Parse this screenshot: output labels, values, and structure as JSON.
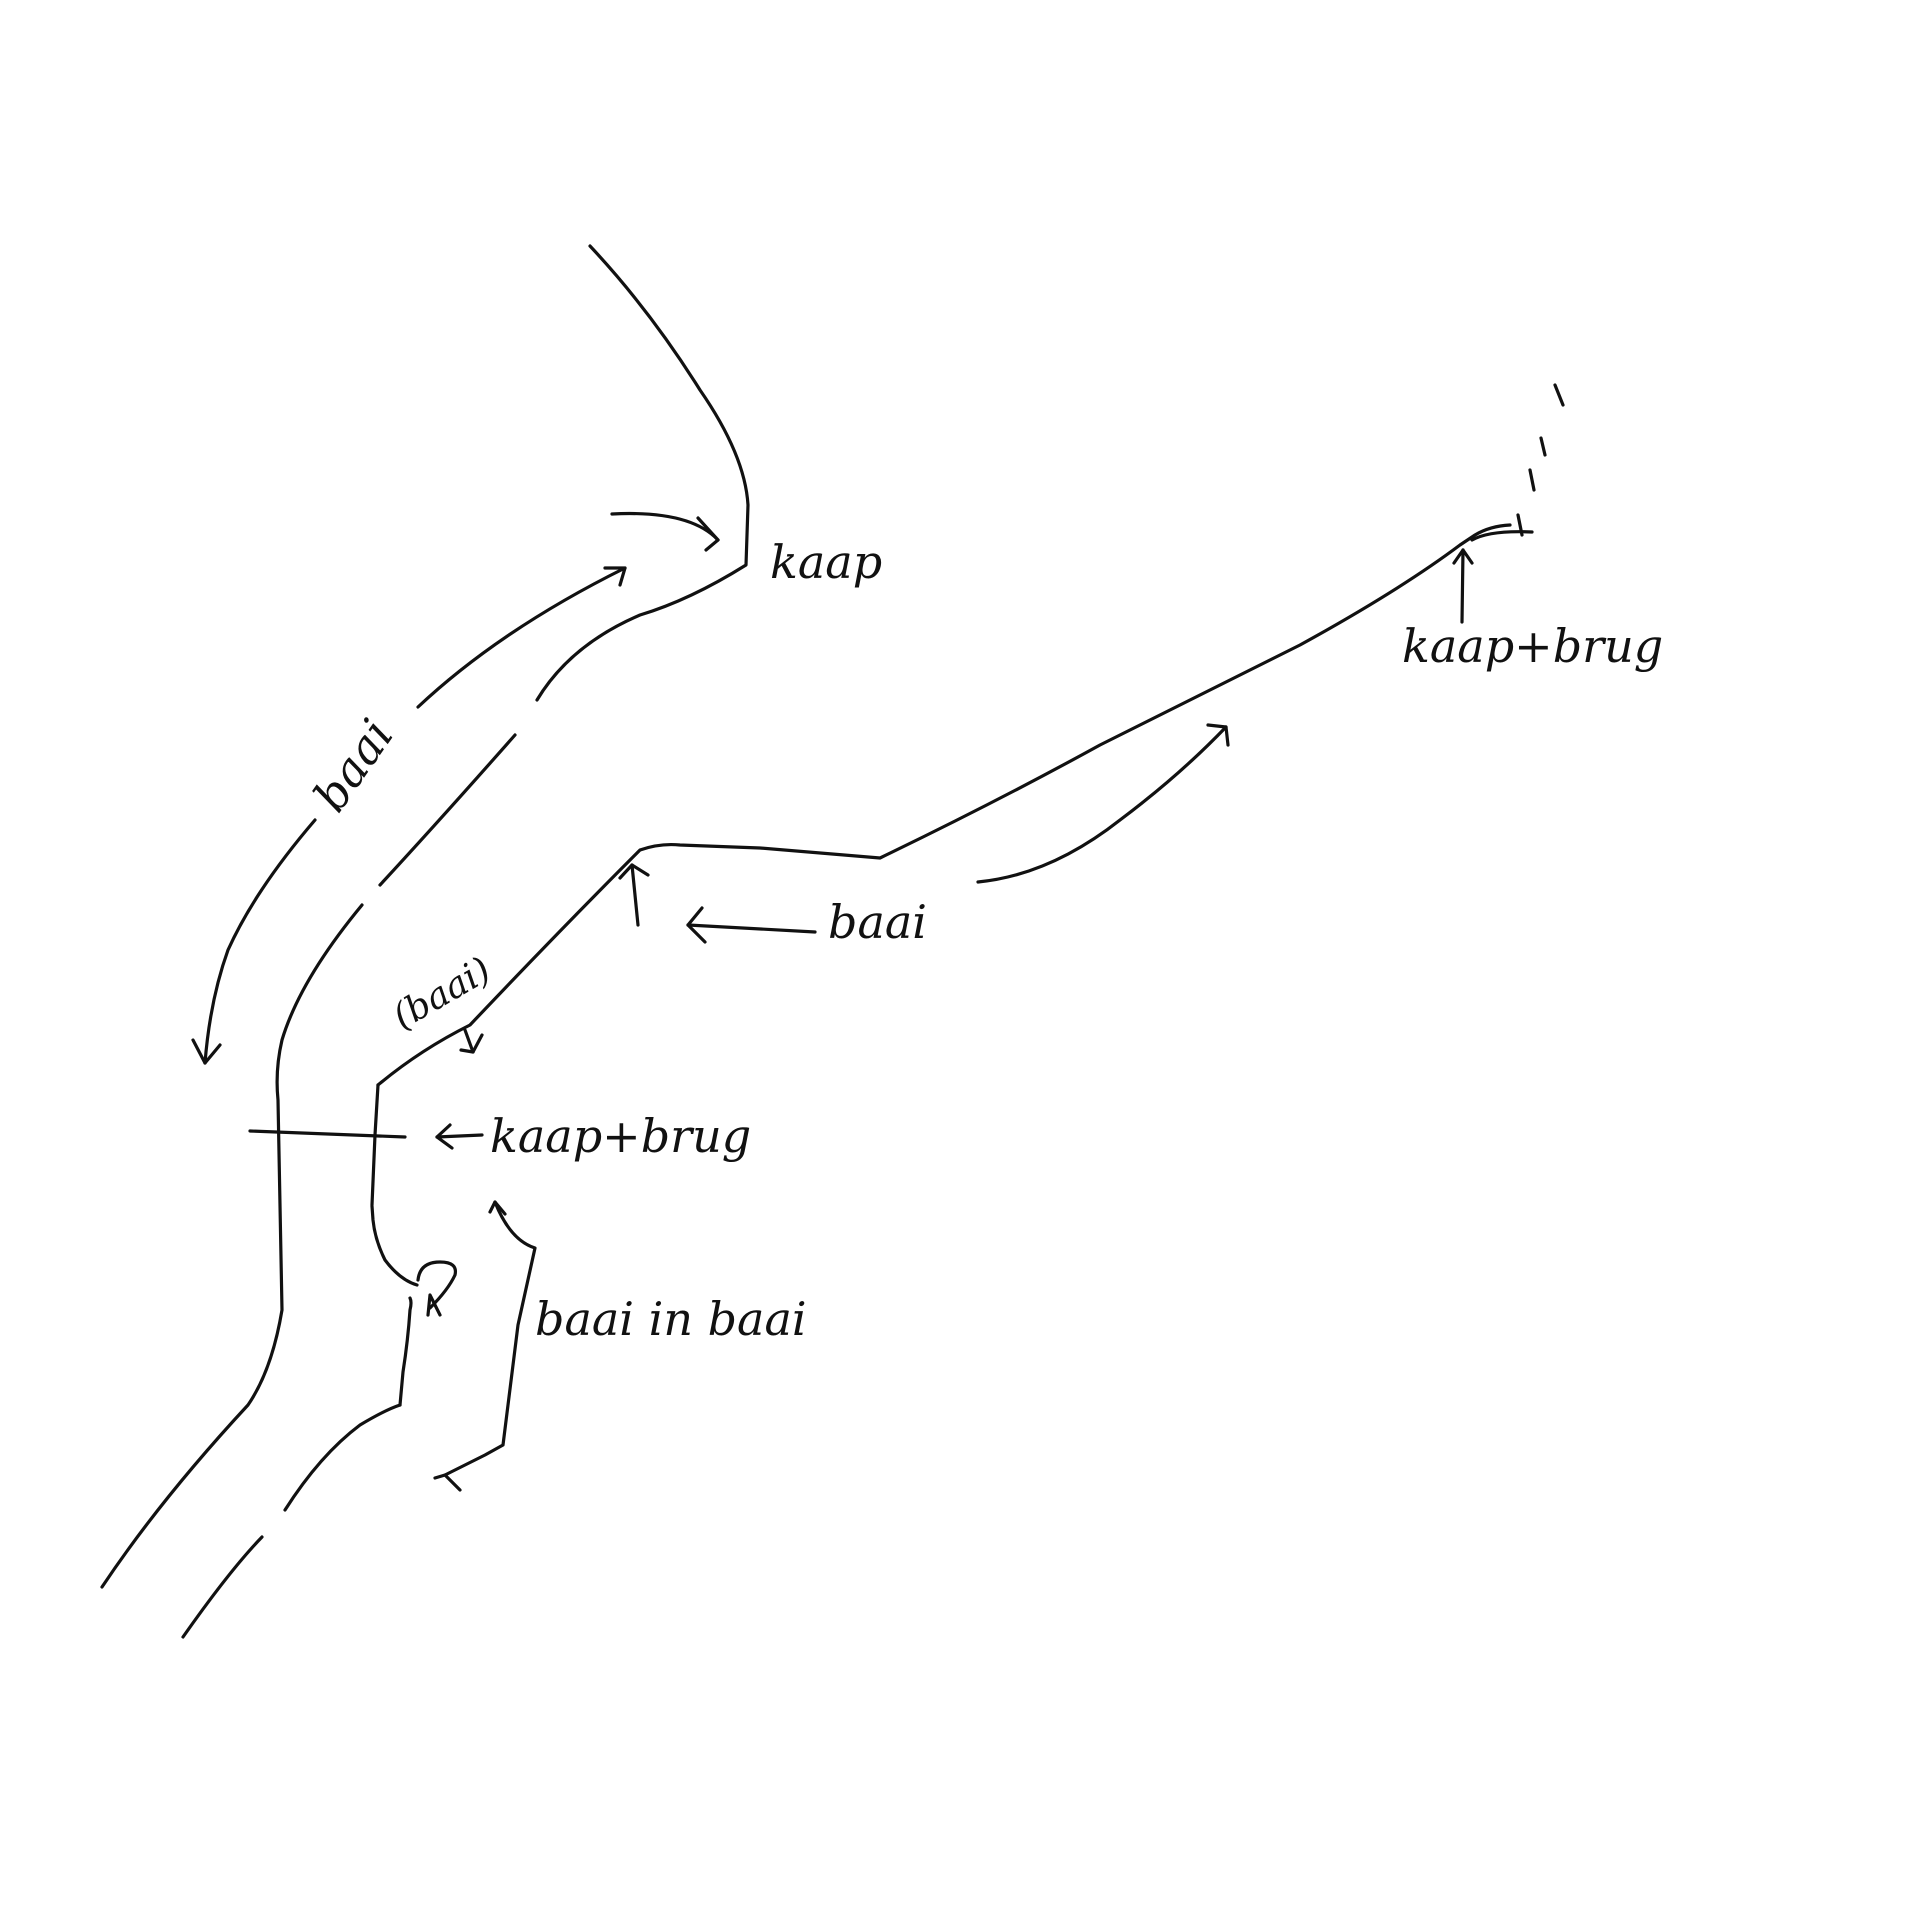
{
  "labels": {
    "kaap": "kaap",
    "kaap_brug_right": "kaap+brug",
    "baai_left": "baai",
    "baai_middle": "baai",
    "baai_paren": "(baai)",
    "kaap_brug_bottom": "kaap+brug",
    "baai_in_baai": "baai in baai"
  },
  "colors": {
    "ink": "#111111",
    "paper": "#ffffff"
  }
}
